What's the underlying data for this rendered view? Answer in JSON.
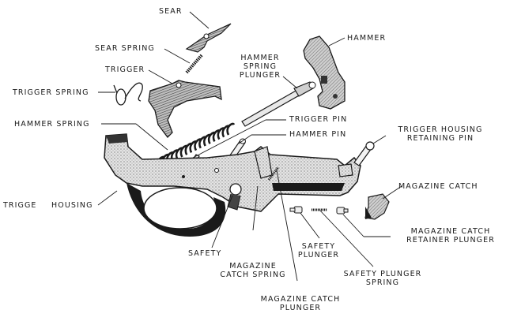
{
  "diagram": {
    "title": "",
    "colors": {
      "ink": "#1a1a1a",
      "fill_light": "#d9d9d9",
      "fill_mid": "#9a9a9a",
      "fill_dark": "#2a2a2a",
      "background": "#ffffff"
    },
    "labels": {
      "sear": "SEAR",
      "sear_spring": "SEAR SPRING",
      "trigger": "TRIGGER",
      "trigger_spring": "TRIGGER SPRING",
      "hammer": "HAMMER",
      "hammer_spring_plunger_1": "HAMMER",
      "hammer_spring_plunger_2": "SPRING",
      "hammer_spring_plunger_3": "PLUNGER",
      "hammer_spring": "HAMMER SPRING",
      "trigger_pin": "TRIGGER PIN",
      "hammer_pin": "HAMMER PIN",
      "trigger_housing_retaining_pin_1": "TRIGGER HOUSING",
      "trigger_housing_retaining_pin_2": "RETAINING PIN",
      "trigger_housing_1": "TRIGGE",
      "trigger_housing_2": "HOUSING",
      "magazine_catch": "MAGAZINE CATCH",
      "magazine_catch_retainer_plunger_1": "MAGAZINE CATCH",
      "magazine_catch_retainer_plunger_2": "RETAINER  PLUNGER",
      "safety": "SAFETY",
      "magazine_catch_spring_1": "MAGAZINE",
      "magazine_catch_spring_2": "CATCH SPRING",
      "safety_plunger_1": "SAFETY",
      "safety_plunger_2": "PLUNGER",
      "safety_plunger_spring_1": "SAFETY PLUNGER",
      "safety_plunger_spring_2": "SPRING",
      "magazine_catch_plunger_1": "MAGAZINE CATCH",
      "magazine_catch_plunger_2": "PLUNGER"
    }
  }
}
